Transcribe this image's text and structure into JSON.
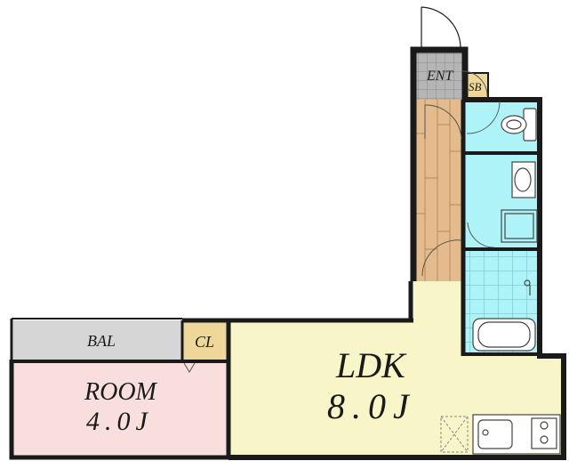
{
  "rooms": {
    "ent": "ENT",
    "sb": "SB",
    "bal": "BAL",
    "cl": "CL",
    "room_name": "ROOM",
    "room_size": "4.0J",
    "ldk_name": "LDK",
    "ldk_size": "8.0J"
  },
  "colors": {
    "wall": "#1a1a1a",
    "ldk_floor": "#f8f6c8",
    "room_floor": "#f9dede",
    "balcony": "#d6d6d6",
    "wet_area": "#aef3f7",
    "hallway_wood": "#e4bb8c",
    "entrance_tile": "#b5b5b5",
    "closet": "#efd79a",
    "sb": "#efd79a"
  }
}
